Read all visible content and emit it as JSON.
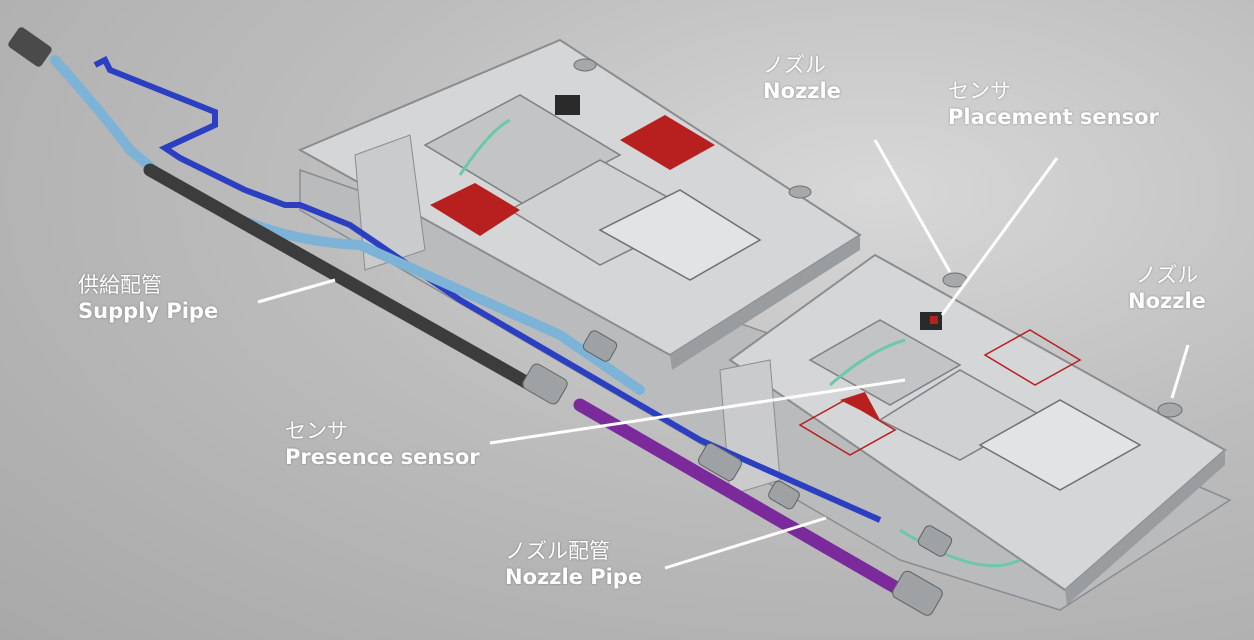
{
  "labels": {
    "nozzle_top": {
      "jp": "ノズル",
      "en": "Nozzle"
    },
    "placement_sensor": {
      "jp": "センサ",
      "en": "Placement sensor"
    },
    "nozzle_right": {
      "jp": "ノズル",
      "en": "Nozzle"
    },
    "supply_pipe": {
      "jp": "供給配管",
      "en": "Supply Pipe"
    },
    "presence_sensor": {
      "jp": "センサ",
      "en": "Presence sensor"
    },
    "nozzle_pipe": {
      "jp": "ノズル配管",
      "en": "Nozzle Pipe"
    }
  },
  "colors": {
    "label_text": "#ffffff",
    "plate": "#d4d6d8",
    "plate_edge": "#8a8d90",
    "red_pad": "#b8201f",
    "blue_tube": "#2a3fc2",
    "light_blue_hose": "#7db3d6",
    "dark_pipe": "#3c3c3c",
    "purple_pipe": "#7a2a9a",
    "green_line": "#6cc9a8"
  }
}
